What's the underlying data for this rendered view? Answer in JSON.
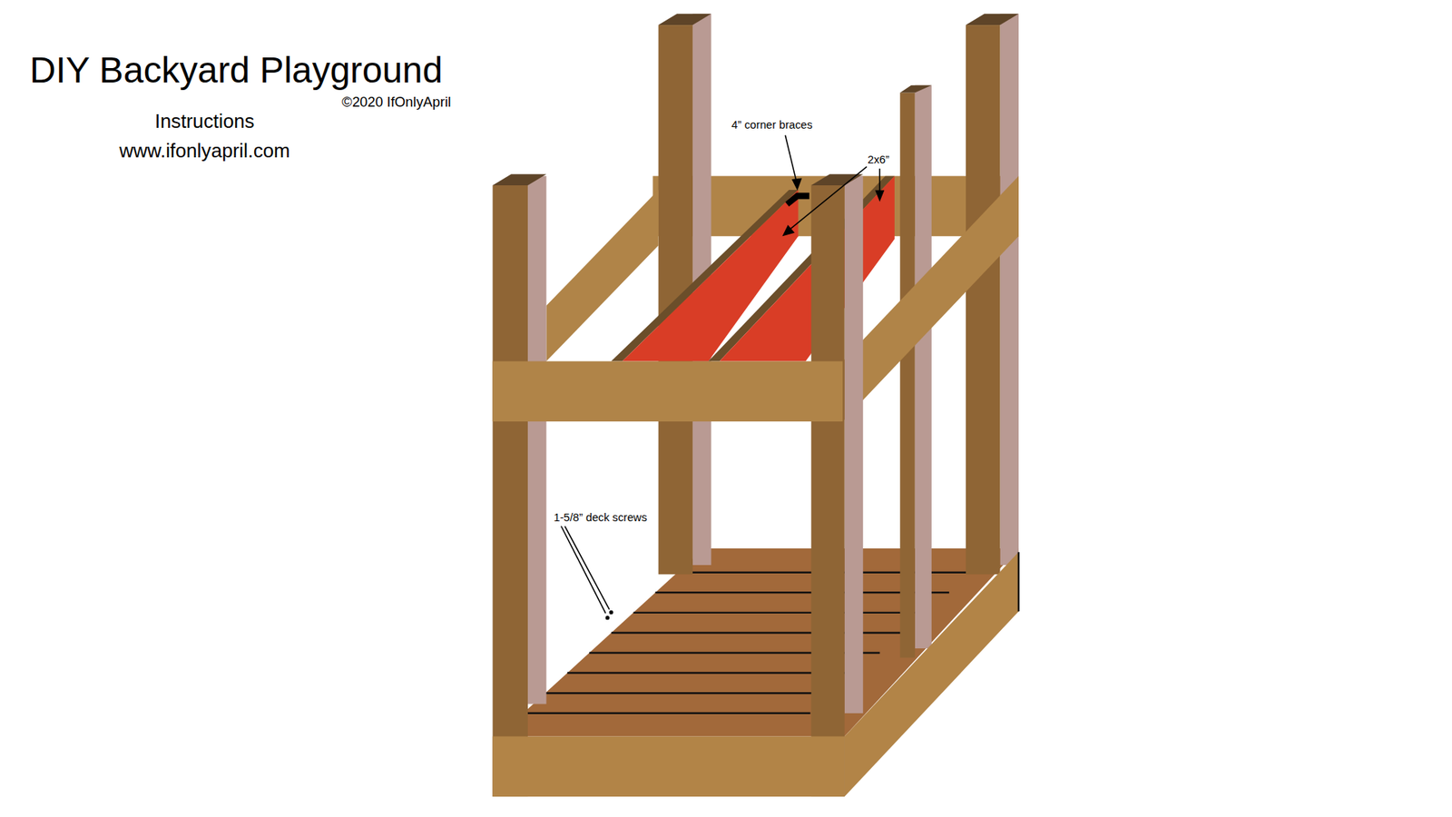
{
  "diagram": {
    "title": "DIY Backyard Playground",
    "labels": [
      "©2020 IfOnlyApril",
      "Instructions",
      "www.ifonlyapril.com",
      "4” corner braces",
      "2x6”",
      "1-5/8” deck screws"
    ]
  }
}
